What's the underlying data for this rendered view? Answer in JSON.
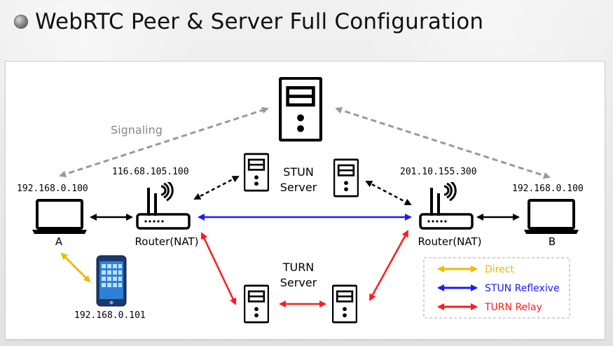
{
  "title": "WebRTC Peer & Server Full Configuration",
  "labels": {
    "signaling": "Signaling",
    "stun_server_line1": "STUN",
    "stun_server_line2": "Server",
    "turn_server_line1": "TURN",
    "turn_server_line2": "Server",
    "ip_a": "192.168.0.100",
    "ip_router_a": "116.68.105.100",
    "ip_router_b": "201.10.155.300",
    "ip_b": "192.168.0.100",
    "ip_phone": "192.168.0.101",
    "peer_a": "A",
    "peer_b": "B",
    "router_a": "Router(NAT)",
    "router_b": "Router(NAT)"
  },
  "legend": [
    {
      "label": "Direct",
      "color": "#f5b800"
    },
    {
      "label": "STUN Reflexive",
      "color": "#1a1aff"
    },
    {
      "label": "TURN Relay",
      "color": "#ff1a1a"
    }
  ],
  "icons": {
    "server": "server-icon",
    "laptop": "laptop-icon",
    "router": "wifi-router-icon",
    "phone": "smartphone-icon"
  }
}
